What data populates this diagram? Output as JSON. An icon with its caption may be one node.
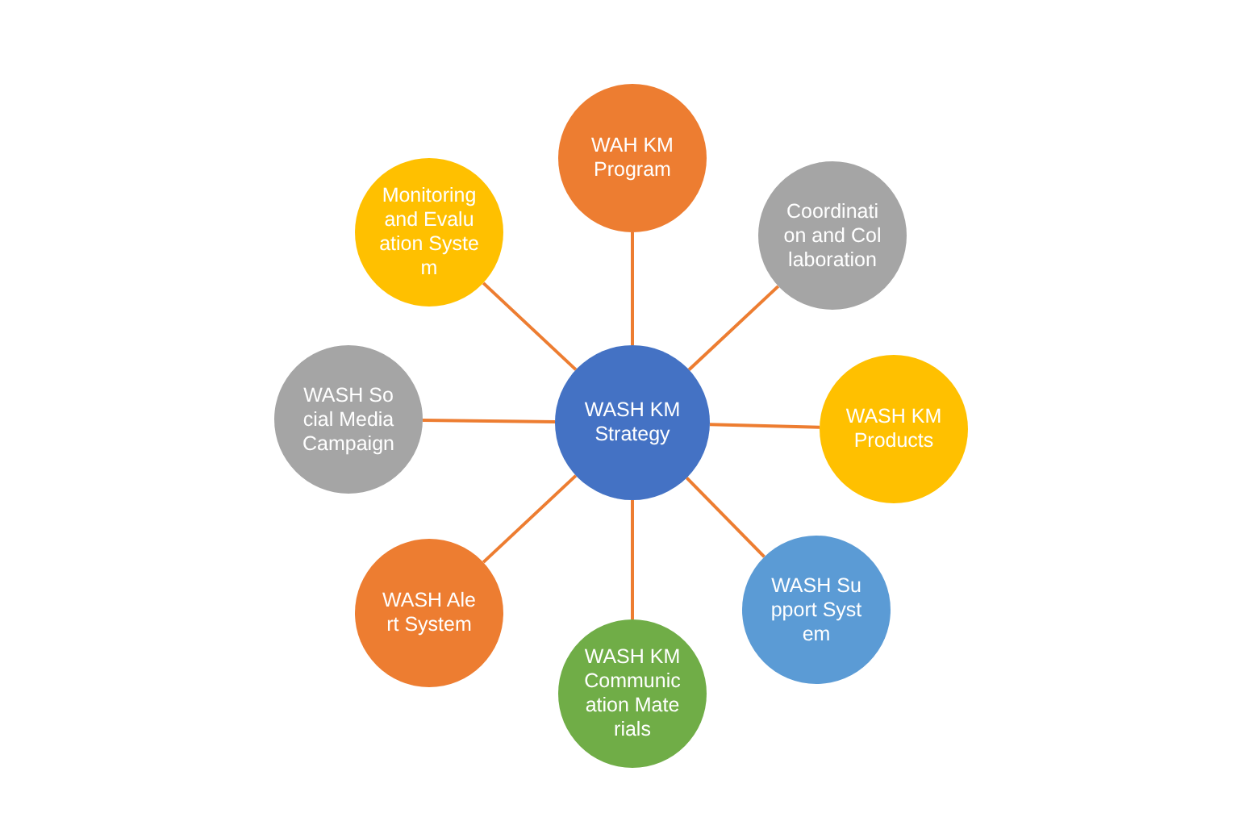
{
  "diagram": {
    "nodes": [
      {
        "text": [
          "WASH KM Strategy"
        ]
      },
      {
        "text": [
          "WAH KM Program"
        ]
      },
      {
        "text": [
          "Coordination and Collaboration"
        ]
      },
      {
        "text": [
          "WASH KM Products"
        ]
      },
      {
        "text": [
          "WASH Support System"
        ]
      },
      {
        "text": [
          "WASH KM Communication Materials"
        ]
      },
      {
        "text": [
          "WASH Alert System"
        ]
      },
      {
        "text": [
          "WASH Social Media Campaign"
        ]
      },
      {
        "text": [
          "Monitoring and Evaluation System"
        ]
      }
    ],
    "edges": [
      {
        "from": 0,
        "to": 1,
        "arrow": "none"
      },
      {
        "from": 0,
        "to": 2,
        "arrow": "none"
      },
      {
        "from": 0,
        "to": 3,
        "arrow": "none"
      },
      {
        "from": 0,
        "to": 4,
        "arrow": "none"
      },
      {
        "from": 0,
        "to": 5,
        "arrow": "none"
      },
      {
        "from": 0,
        "to": 6,
        "arrow": "none"
      },
      {
        "from": 0,
        "to": 7,
        "arrow": "none"
      },
      {
        "from": 0,
        "to": 8,
        "arrow": "none"
      }
    ]
  }
}
